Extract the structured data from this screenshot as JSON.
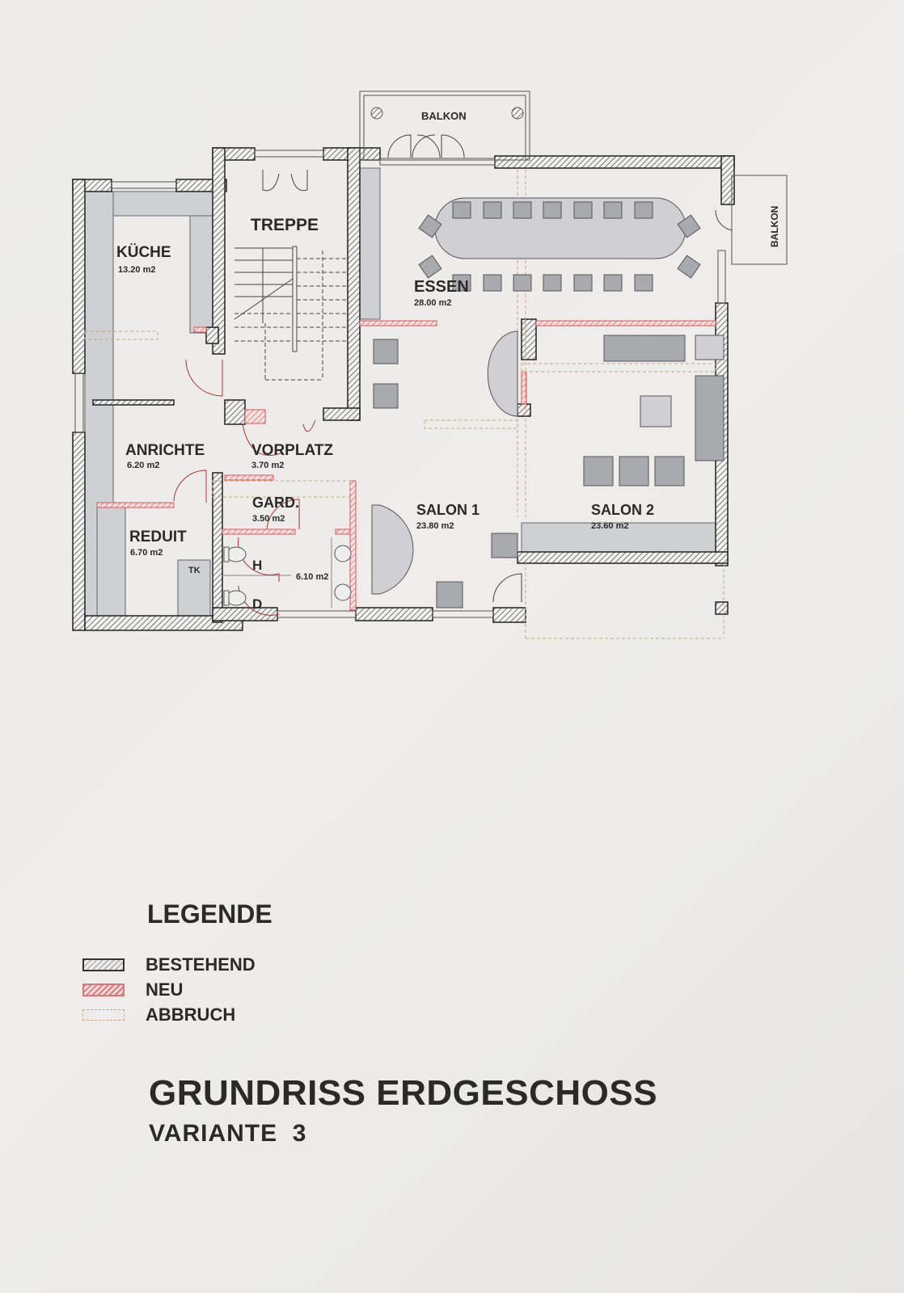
{
  "rooms": {
    "kueche": {
      "name": "KÜCHE",
      "area": "13.20 m2"
    },
    "treppe": {
      "name": "TREPPE"
    },
    "essen": {
      "name": "ESSEN",
      "area": "28.00 m2"
    },
    "anrichte": {
      "name": "ANRICHTE",
      "area": "6.20 m2"
    },
    "vorplatz": {
      "name": "VORPLATZ",
      "area": "3.70 m2"
    },
    "gard": {
      "name": "GARD.",
      "area": "3.50 m2"
    },
    "reduit": {
      "name": "REDUIT",
      "area": "6.70 m2"
    },
    "wc": {
      "area": "6.10 m2",
      "h": "H",
      "d": "D"
    },
    "salon1": {
      "name": "SALON 1",
      "area": "23.80 m2"
    },
    "salon2": {
      "name": "SALON 2",
      "area": "23.60 m2"
    },
    "balkon_top": {
      "name": "BALKON"
    },
    "balkon_right": {
      "name": "BALKON"
    },
    "tk": "TK"
  },
  "legend": {
    "title": "LEGENDE",
    "items": [
      {
        "label": "BESTEHEND",
        "color": "#333333"
      },
      {
        "label": "NEU",
        "color": "#e07a7a"
      },
      {
        "label": "ABBRUCH",
        "color": "#c9a57a"
      }
    ]
  },
  "title": "GRUNDRISS ERDGESCHOSS",
  "subtitle": "VARIANTE  3"
}
